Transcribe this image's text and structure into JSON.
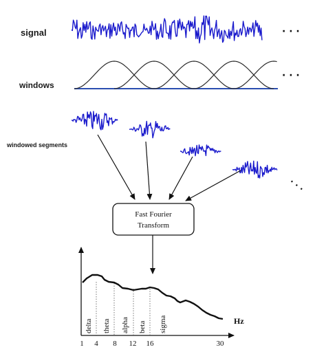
{
  "labels": {
    "signal": "signal",
    "windows": "windows",
    "windowed_segments": "windowed segments",
    "continuation": "· · ·"
  },
  "fft_box": {
    "line1": "Fast Fourier",
    "line2": "Transform"
  },
  "spectrum": {
    "bands": [
      "delta",
      "theta",
      "alpha",
      "beta",
      "sigma"
    ],
    "x_ticks": [
      "1",
      "4",
      "8",
      "12",
      "16",
      "30"
    ],
    "x_unit": "Hz"
  },
  "colors": {
    "signal": "#1a1acc",
    "baseline": "#2a4db0",
    "ink": "#111111"
  }
}
